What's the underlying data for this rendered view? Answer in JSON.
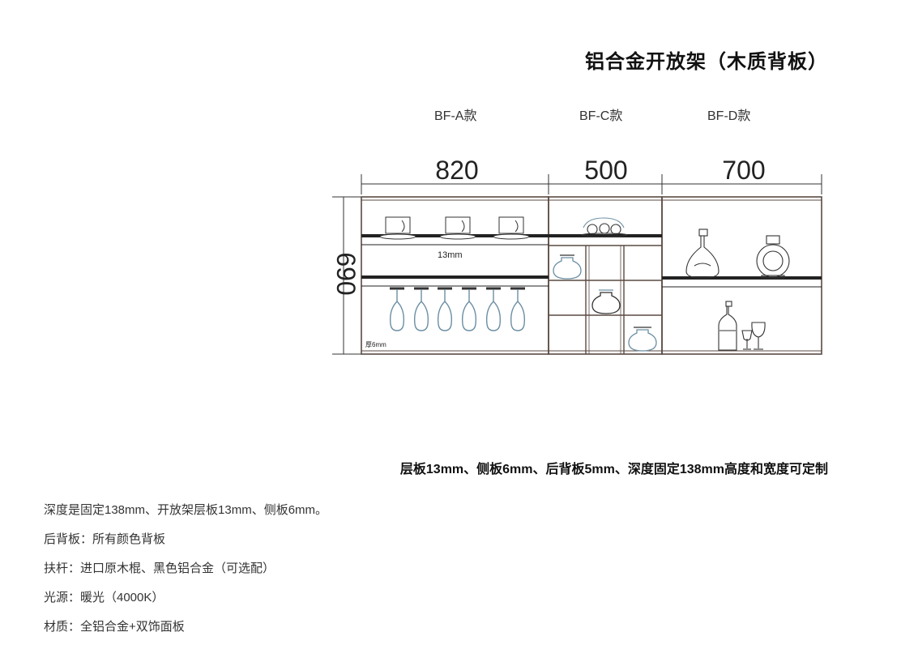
{
  "title": "铝合金开放架（木质背板）",
  "models": [
    "BF-A款",
    "BF-C款",
    "BF-D款"
  ],
  "dimensions": {
    "width_a": "820",
    "width_c": "500",
    "width_d": "700",
    "height": "690",
    "shelf_note": "13mm",
    "side_note": "厚6mm"
  },
  "spec_line": "层板13mm、侧板6mm、后背板5mm、深度固定138mm高度和宽度可定制",
  "notes": [
    "深度是固定138mm、开放架层板13mm、侧板6mm。",
    "后背板：所有颜色背板",
    "扶杆：进口原木棍、黑色铝合金（可选配）",
    "光源：暖光（4000K）",
    "材质：全铝合金+双饰面板"
  ],
  "colors": {
    "frame": "#5a4a42",
    "shelf": "#222222",
    "glass": "#6c8fa3"
  }
}
